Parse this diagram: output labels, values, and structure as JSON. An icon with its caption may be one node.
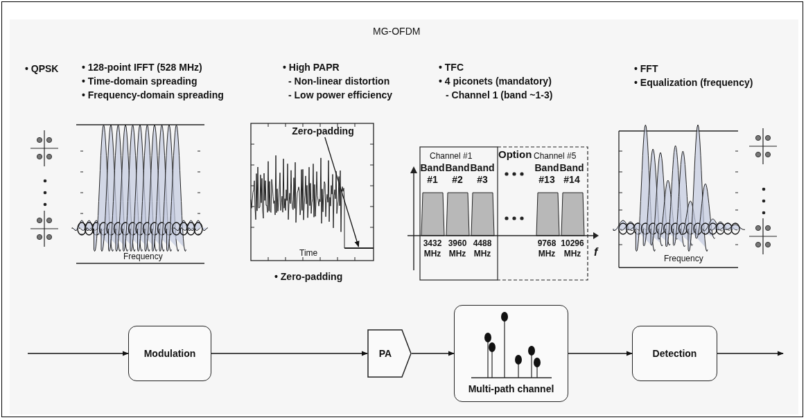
{
  "diagram": {
    "title": "MG-OFDM",
    "nodes": [
      {
        "text": [
          "Zero-padding"
        ]
      },
      {
        "text": [],
        "shape": "bar"
      },
      {
        "text": [
          "Modulation"
        ]
      },
      {
        "text": [
          "PA"
        ]
      },
      {
        "text": [
          "Multi-path channel"
        ]
      },
      {
        "text": [
          "Detection"
        ]
      }
    ],
    "edges": [
      {
        "from": 0,
        "to": 1,
        "arrow": "to"
      },
      {
        "from": null,
        "to": 2,
        "arrow": "to"
      },
      {
        "from": 2,
        "to": 3,
        "arrow": "to"
      },
      {
        "from": 3,
        "to": 4,
        "arrow": "to"
      },
      {
        "from": 4,
        "to": 5,
        "arrow": "to"
      },
      {
        "from": 5,
        "to": null,
        "arrow": "to"
      }
    ],
    "labels": [
      "• QPSK",
      "• 128-point IFFT (528 MHz)",
      "• Time-domain spreading",
      "• Frequency-domain spreading",
      "• High PAPR",
      "- Non-linear distortion",
      "- Low power efficiency",
      "• TFC",
      "• 4 piconets (mandatory)",
      "- Channel 1 (band ~1-3)",
      "• FFT",
      "• Equalization (frequency)",
      "Frequency",
      "Time",
      "Channel #1",
      "Option",
      "Channel #5",
      "Band #1",
      "Band #2",
      "Band #3",
      "Band #13",
      "Band #14",
      "3432 MHz",
      "3960 MHz",
      "4488 MHz",
      "9768 MHz",
      "10296 MHz",
      "f",
      "Frequency",
      "• Zero-padding"
    ]
  }
}
